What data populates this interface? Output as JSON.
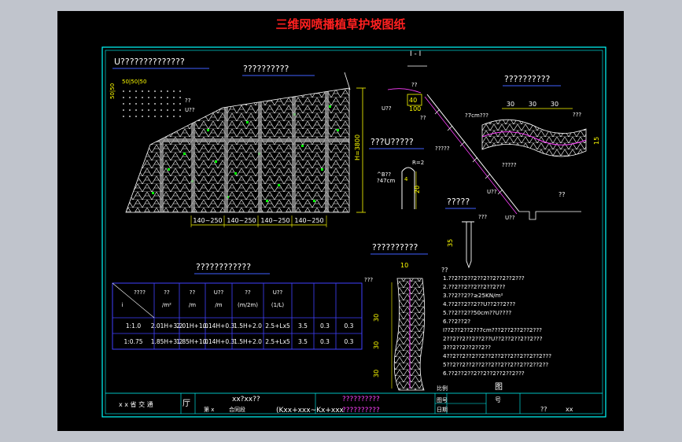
{
  "title": "三维网喷播植草护坡图纸",
  "titles": {
    "elevation": "U??????????????",
    "section_view": "??????????",
    "section_mark": "I - I",
    "nail_view": "???U?????",
    "mesh_view": "??????????",
    "spike_view": "?????",
    "detail_view": "??????????",
    "table_view": "????????????",
    "notes_header": "??"
  },
  "elevation": {
    "dims_bottom": [
      "140~250",
      "140~250",
      "140~250",
      "140~250"
    ],
    "dim_top": "50|50|50",
    "dim_left": "50|50",
    "dim_height": "H=3800",
    "lbl_a": "??",
    "lbl_b": "U??"
  },
  "section": {
    "lbl_top": "??",
    "lbl_u": "U??",
    "d40": "40",
    "d100": "100",
    "lbl_7cm": "?7cm???",
    "lbl_b1": "??",
    "lbl_b2": "?????",
    "lbl_c": "?????",
    "lbl_u2": "U??",
    "lbl_u3": "U??",
    "lbl_base": "??"
  },
  "nail": {
    "l1": "^B??",
    "l2": "?47cm",
    "d4": "4",
    "d20": "20",
    "r": "R=2"
  },
  "mesh": {
    "d30a": "30",
    "d30b": "30",
    "d30c": "30",
    "d15": "15",
    "lbl": "???"
  },
  "spike": {
    "lbl": "???",
    "d35": "35"
  },
  "detail": {
    "lbl": "???",
    "d10": "10",
    "d30a": "30",
    "d30b": "30",
    "d30c": "30"
  },
  "table": {
    "headers": [
      [
        "????",
        "i"
      ],
      [
        "??",
        "/m²"
      ],
      [
        "??",
        "/m"
      ],
      [
        "U??",
        "/m"
      ],
      [
        "??",
        "(m/2m)"
      ],
      [
        "U??",
        "(1/L)"
      ],
      [
        "",
        ""
      ],
      [
        "",
        ""
      ],
      [
        "",
        ""
      ]
    ],
    "rows": [
      [
        "1:1.0",
        "2.01H+3.2",
        "2.01H+1.0",
        "0.14H+0.3",
        "1.5H+2.0",
        "2.5+Lx5",
        "3.5",
        "0.3",
        "0.3"
      ],
      [
        "1:0.75",
        "1.85H+3.2",
        "1.85H+1.0",
        "0.14H+0.3",
        "1.5H+2.0",
        "2.5+Lx5",
        "3.5",
        "0.3",
        "0.3"
      ]
    ]
  },
  "notes": [
    "1.??2??2??2??2??2??2??2???",
    "2.??2??2??2??2??2???",
    "3.??2??2??≥25KN/m²",
    "4.??2??2??2??U??2??2???",
    "5.??2??2??50cm??U????",
    "6.??2??2?",
    "I??2??2??2??7cm???2??2??2??2???",
    "2??2??2??2??2??U??2??2??2??2???",
    "3??2??2??2??2??",
    "4??2??2??2??2??2??2??2??2??2??2???",
    "5??2??2??2??2??2??2??2??2??2??2??",
    "6.??2??2??2??2??2??2??2???"
  ],
  "titleblock": {
    "agency": "x x 省 交 通",
    "hall": "厅",
    "part1": "第 x",
    "project": "xx?xx??",
    "seg": "合同段",
    "stakes": "(Kxx+xxx~Kx+xxx",
    "dtitle1": "??????????",
    "dtitle2": "??????????",
    "c_ratio": "比例",
    "c_sheet": "图号",
    "c_date": "日期",
    "fig": "图",
    "hao": "号",
    "no_lbl": "??",
    "no_val": "xx"
  },
  "colors": {
    "frame": "#00ffff",
    "title": "#ff2020",
    "text": "#ffffff",
    "mesh": "#ffffff",
    "grass": "#00ff00",
    "dim": "#ffff00",
    "table": "#4040ff",
    "magenta": "#ff40ff"
  }
}
